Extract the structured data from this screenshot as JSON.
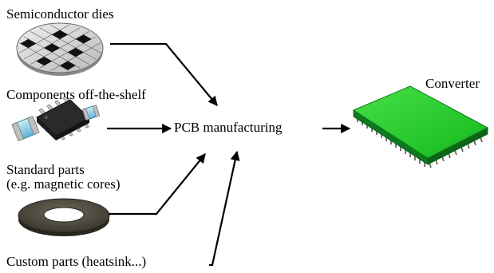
{
  "labels": {
    "semiconductor": "Semiconductor dies",
    "components": "Components off-the-shelf",
    "standard_line1": "Standard parts",
    "standard_line2": "(e.g. magnetic cores)",
    "custom": "Custom parts (heatsink...)",
    "pcb": "PCB manufacturing",
    "converter": "Converter"
  },
  "icons": {
    "wafer": "semiconductor-wafer-icon",
    "chip": "smd-components-icon",
    "core": "toroidal-core-icon",
    "board": "converter-board-icon"
  },
  "colors": {
    "board_top": "#22cc22",
    "board_side": "#0e7a1e",
    "wafer": "#d9d9d9",
    "die": "#111111",
    "capacitor": "#8ecde8",
    "chip_body": "#2a2a2a",
    "core": "#555046"
  }
}
